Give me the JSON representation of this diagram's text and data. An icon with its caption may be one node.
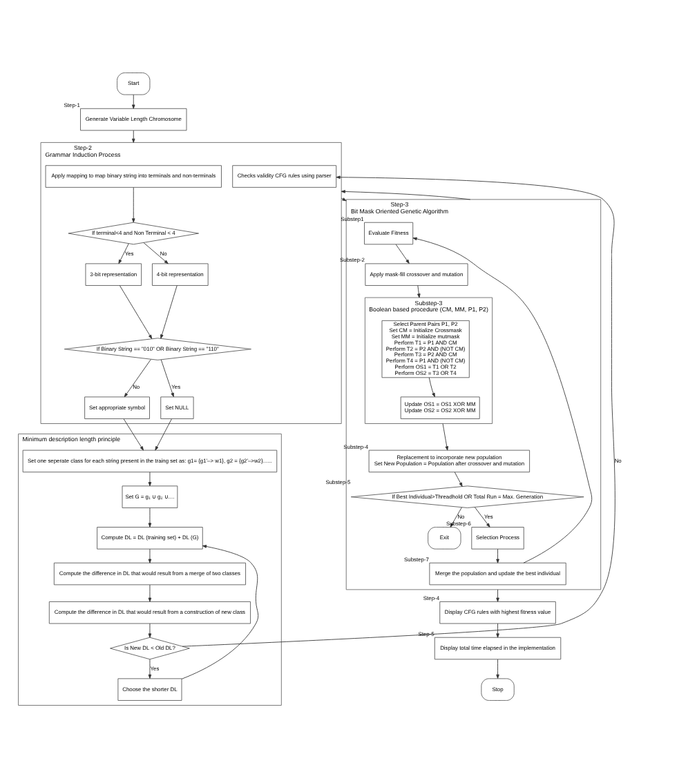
{
  "diagram": {
    "nodes": [
      {
        "text": [
          "Start"
        ]
      },
      {
        "text": [
          "Generate Variable Length Chromosome"
        ],
        "beside": [
          "Step-1"
        ]
      },
      {
        "text": [
          "Step-2",
          "Grammar Induction Process"
        ]
      },
      {
        "text": [
          "Apply mapping to map binary string into terminals and non-terminals"
        ],
        "in": 2
      },
      {
        "text": [
          "If terminal<4 and Non Terminal < 4"
        ],
        "in": 2
      },
      {
        "text": [
          "3-bit representation"
        ],
        "in": 2
      },
      {
        "text": [
          "4-bit representation"
        ],
        "in": 2
      },
      {
        "text": [
          "If Binary String == \"010\" OR Binary String == \"110\""
        ],
        "in": 2
      },
      {
        "text": [
          "Set NULL"
        ],
        "in": 2
      },
      {
        "text": [
          "Set appropriate symbol"
        ],
        "in": 2
      },
      {
        "text": [
          "Checks validity CFG rules using parser"
        ],
        "in": 2
      },
      {
        "text": [
          "Minimum description length principle"
        ]
      },
      {
        "text": [
          "Set one seperate class for each string present in the traing set as: g1= {g1'–> w1}, g2 = {g2'–>w2}......"
        ],
        "in": 11
      },
      {
        "text": [
          "Set G = g₁ ∪ g₂ ∪...."
        ],
        "in": 11
      },
      {
        "text": [
          "Compute DL = DL (training set) + DL (G)"
        ],
        "in": 11
      },
      {
        "text": [
          "Compute the difference in DL that would result from a merge of two classes"
        ],
        "in": 11
      },
      {
        "text": [
          "Compute the difference in DL that would result from a construction of new class"
        ],
        "in": 11
      },
      {
        "text": [
          "Is New DL < Old DL?"
        ],
        "in": 11
      },
      {
        "text": [
          "Choose the shorter DL"
        ],
        "in": 11
      },
      {
        "text": [
          "Step-3",
          "Bit Mask Oriented Genetic Algorithm"
        ]
      },
      {
        "text": [
          "Evaluate Fitness"
        ],
        "beside": [
          "Substep1"
        ],
        "in": 19
      },
      {
        "text": [
          "Apply mask-fill crossover and mutation"
        ],
        "beside": [
          "Substep-2"
        ],
        "in": 19
      },
      {
        "text": [
          "Substep-3",
          "Boolean based procedure (CM, MM, P1, P2)"
        ],
        "in": 19
      },
      {
        "text": [
          "Select Parent Pairs P1, P2",
          "Set CM = Initialize Crossmask",
          "Set MM = Initialize mutmask",
          "Perform T1 = P1 AND CM",
          "Perform T2 = P2 AND (NOT CM)",
          "Perform T3 = P2 AND CM",
          "Perform T4 = P1 AND (NOT CM)",
          "Perform OS1 = T1 OR T2",
          "Perform OS2 = T3 OR T4"
        ],
        "in": 22
      },
      {
        "text": [
          "Update OS1 = OS1 XOR MM",
          "Update OS2 = OS2 XOR MM"
        ],
        "in": 22
      },
      {
        "text": [
          "Replacement to incorporate new population",
          "Set New Population = Population after crossover and mutation"
        ],
        "beside": [
          "Substep-4"
        ],
        "in": 19
      },
      {
        "text": [
          "If Best Individual>Threadhold OR Total Run = Max. Generation"
        ],
        "beside": [
          "Substep-5"
        ],
        "in": 19
      },
      {
        "text": [
          "Exit"
        ],
        "in": 19
      },
      {
        "text": [
          "Selection Process"
        ],
        "beside": [
          "Substep-6"
        ],
        "in": 19
      },
      {
        "text": [
          "Merge the population and update the best individual"
        ],
        "beside": [
          "Substep-7"
        ],
        "in": 19
      },
      {
        "text": [
          "Display CFG rules with highest fitness value"
        ],
        "beside": [
          "Step-4"
        ]
      },
      {
        "text": [
          "Display total time elapsed in the implementation"
        ],
        "beside": [
          "Step-5"
        ]
      },
      {
        "text": [
          "Stop"
        ]
      }
    ],
    "edges": [
      {
        "from": 0,
        "to": 1,
        "arrow": "to"
      },
      {
        "from": 1,
        "to": 2,
        "arrow": "to"
      },
      {
        "from": 3,
        "to": 4,
        "arrow": "to"
      },
      {
        "from": 4,
        "to": 5,
        "label": "Yes",
        "arrow": "to"
      },
      {
        "from": 4,
        "to": 6,
        "label": "No",
        "arrow": "to"
      },
      {
        "from": 5,
        "to": 7,
        "arrow": "to"
      },
      {
        "from": 6,
        "to": 7,
        "arrow": "to"
      },
      {
        "from": 7,
        "to": 8,
        "label": "Yes",
        "arrow": "to"
      },
      {
        "from": 7,
        "to": 9,
        "label": "No",
        "arrow": "to"
      },
      {
        "from": 8,
        "to": 12,
        "arrow": "to"
      },
      {
        "from": 9,
        "to": 12,
        "arrow": "to"
      },
      {
        "from": 12,
        "to": 13,
        "arrow": "to"
      },
      {
        "from": 13,
        "to": 14,
        "arrow": "to"
      },
      {
        "from": 14,
        "to": 15,
        "arrow": "to"
      },
      {
        "from": 15,
        "to": 16,
        "arrow": "to"
      },
      {
        "from": 16,
        "to": 17,
        "arrow": "to"
      },
      {
        "from": 17,
        "to": 18,
        "label": "Yes",
        "arrow": "to"
      },
      {
        "from": 17,
        "to": 10,
        "label": "No",
        "arrow": "to"
      },
      {
        "from": 18,
        "to": 14,
        "arrow": "to"
      },
      {
        "from": 2,
        "to": 19,
        "arrow": "to"
      },
      {
        "from": 19,
        "to": 2,
        "arrow": "to"
      },
      {
        "from": 20,
        "to": 21,
        "arrow": "to"
      },
      {
        "from": 21,
        "to": 22,
        "arrow": "to"
      },
      {
        "from": 23,
        "to": 24,
        "arrow": "to"
      },
      {
        "from": 22,
        "to": 25,
        "arrow": "to"
      },
      {
        "from": 25,
        "to": 26,
        "arrow": "to"
      },
      {
        "from": 26,
        "to": 28,
        "label": "Yes",
        "arrow": "to"
      },
      {
        "from": 26,
        "to": 27,
        "label": "No",
        "arrow": "to"
      },
      {
        "from": 28,
        "to": 29,
        "arrow": "to"
      },
      {
        "from": 29,
        "to": 20,
        "arrow": "to"
      },
      {
        "from": 19,
        "to": 30,
        "arrow": "to"
      },
      {
        "from": 30,
        "to": 31,
        "arrow": "to"
      },
      {
        "from": 31,
        "to": 32,
        "arrow": "to"
      }
    ]
  }
}
